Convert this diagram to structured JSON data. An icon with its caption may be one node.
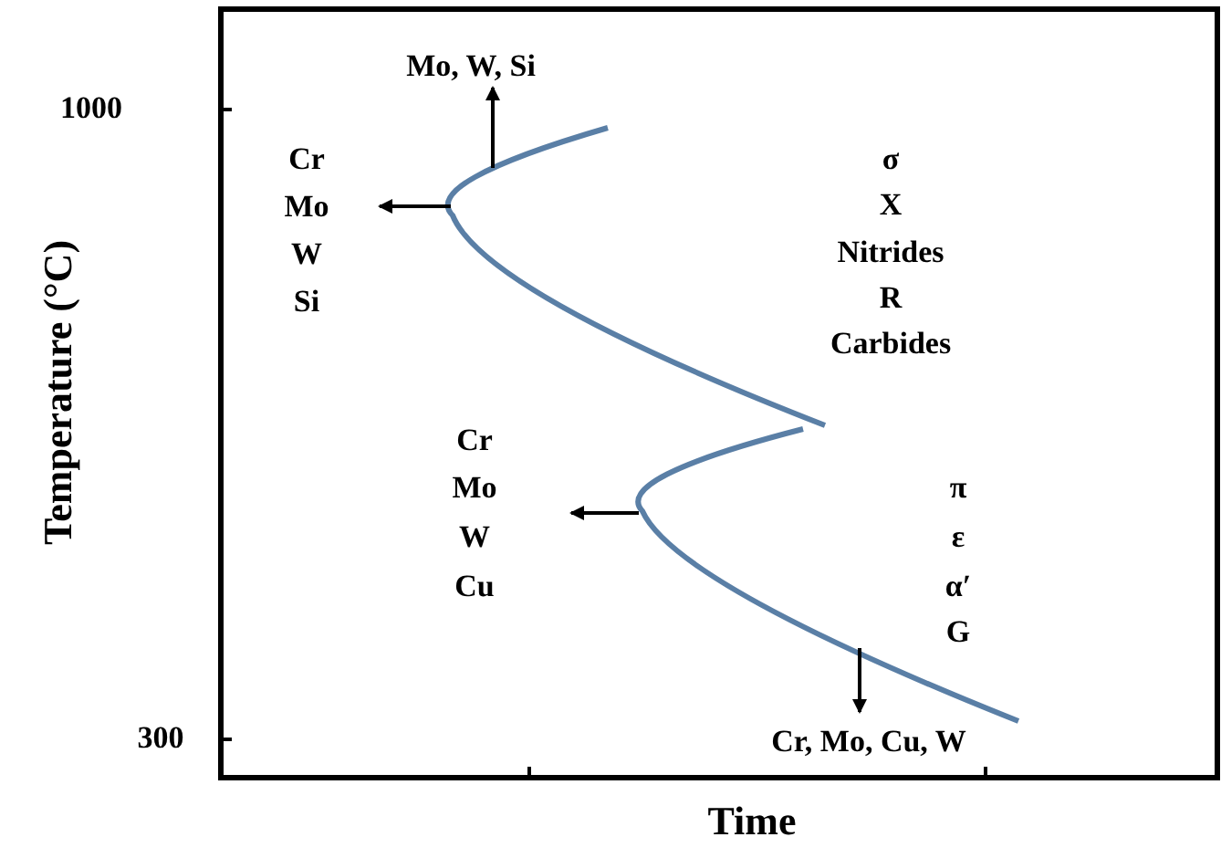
{
  "diagram": {
    "labels": [
      "Temperature (°C)",
      "1000",
      "300",
      "Time",
      "Mo, W, Si",
      "Cr",
      "Mo",
      "W",
      "Si",
      "σ",
      "Χ",
      "Nitrides",
      "R",
      "Carbides",
      "Cr",
      "Mo",
      "W",
      "Cu",
      "π",
      "ε",
      "α′",
      "G",
      "Cr, Mo, Cu, W"
    ]
  }
}
